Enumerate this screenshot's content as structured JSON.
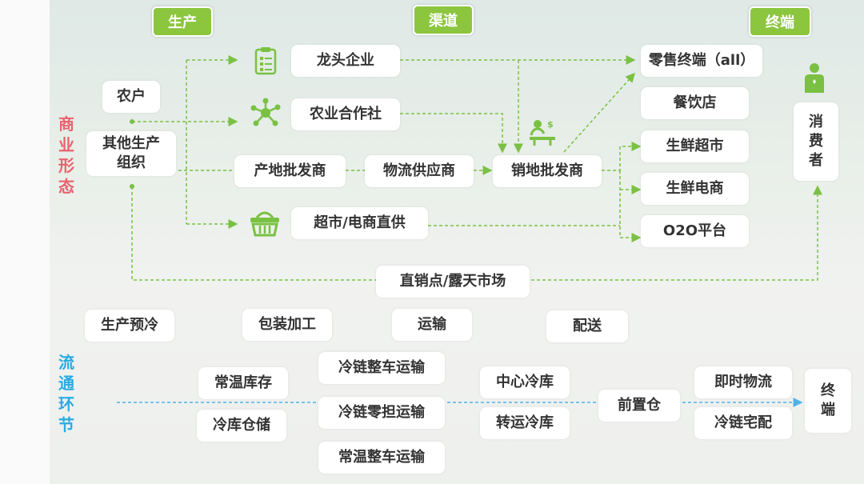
{
  "side_labels": {
    "business": "商业形态",
    "circulation": "流通环节"
  },
  "headers": {
    "production": "生产",
    "channel": "渠道",
    "terminal": "终端"
  },
  "business_nodes": {
    "farmer": "农户",
    "other_producers": "其他生产组织",
    "leading_enterprise": "龙头企业",
    "cooperative": "农业合作社",
    "origin_wholesaler": "产地批发商",
    "logistics_supplier": "物流供应商",
    "sales_wholesaler": "销地批发商",
    "supermarket_direct": "超市/电商直供",
    "direct_market": "直销点/露天市场",
    "retail_terminal": "零售终端（all）",
    "catering": "餐饮店",
    "fresh_supermarket": "生鲜超市",
    "fresh_ecommerce": "生鲜电商",
    "o2o_platform": "O2O平台",
    "consumer": "消费者"
  },
  "circulation_stages": {
    "production_precooling": "生产预冷",
    "packaging": "包装加工",
    "transport": "运输",
    "delivery": "配送"
  },
  "circulation_nodes": {
    "ambient_storage": "常温库存",
    "cold_storage": "冷库仓储",
    "cold_full_truck": "冷链整车运输",
    "cold_ltl": "冷链零担运输",
    "ambient_full_truck": "常温整车运输",
    "central_cold_store": "中心冷库",
    "transit_cold_store": "转运冷库",
    "front_warehouse": "前置仓",
    "instant_logistics": "即时物流",
    "cold_home_delivery": "冷链宅配",
    "terminal": "终端"
  },
  "colors": {
    "header_green": "#8cc63f",
    "arrow_green": "#7ac143",
    "business_label": "#e8636f",
    "circulation_label": "#29abe2",
    "circulation_arrow": "#4fb3e8"
  }
}
